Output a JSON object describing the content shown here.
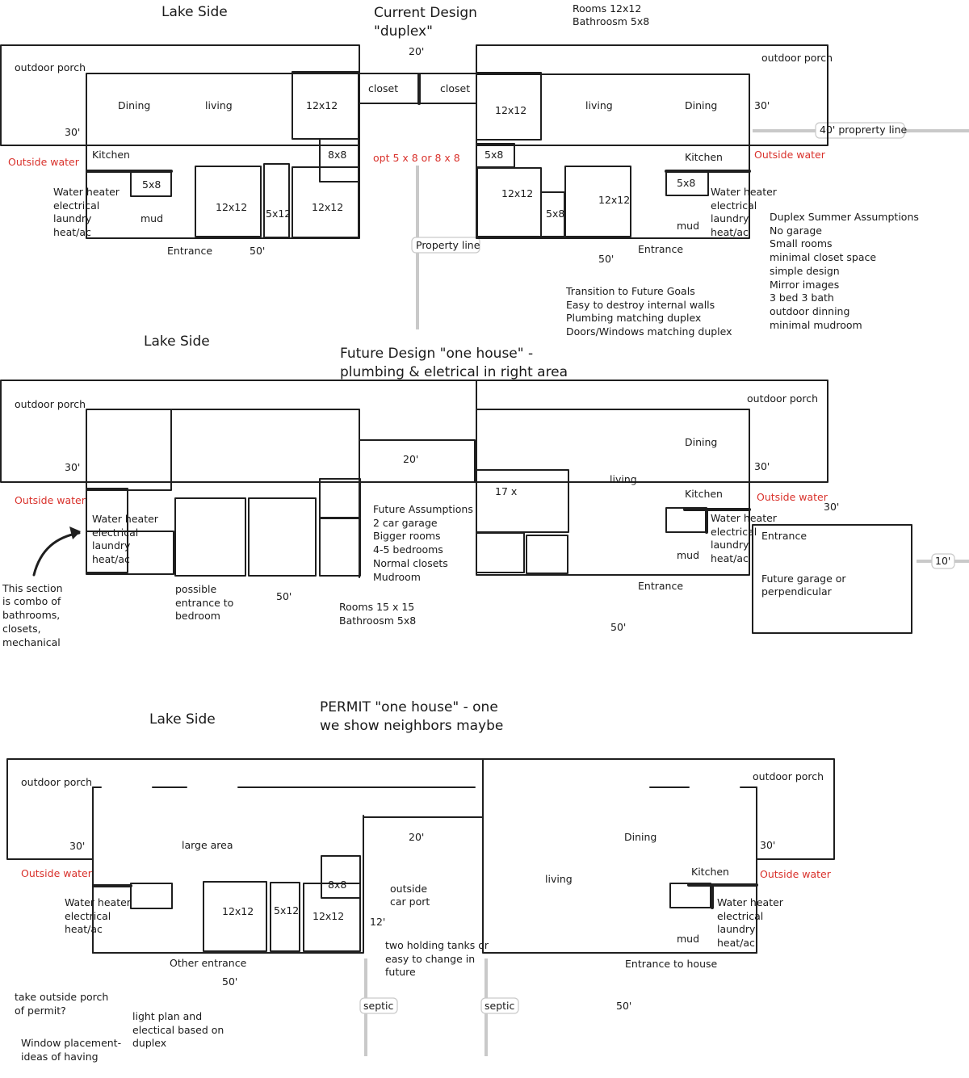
{
  "sections": {
    "current": {
      "lake_side": "Lake Side",
      "title_1": "Current Design",
      "title_2": "\"duplex\"",
      "rooms_note_1": "Rooms 12x12",
      "rooms_note_2": "Bathroosm 5x8",
      "width_20": "20'",
      "closet_left": "closet",
      "closet_right": "closet",
      "opt_note": "opt 5 x 8 or 8 x 8",
      "property_line": "Property line",
      "prop_line_40": "40' proprerty line",
      "left_unit": {
        "outdoor_porch": "outdoor porch",
        "depth_30": "30'",
        "outside_water": "Outside water",
        "dining": "Dining",
        "living": "living",
        "kitchen": "Kitchen",
        "room_12x12_top": "12x12",
        "room_8x8": "8x8",
        "room_5x8": "5x8",
        "room_12x12_a": "12x12",
        "room_5x12": "5x12",
        "room_12x12_b": "12x12",
        "mech": [
          "Water heater",
          "electrical",
          "laundry",
          "heat/ac"
        ],
        "mud": "mud",
        "entrance": "Entrance",
        "width_50": "50'"
      },
      "right_unit": {
        "outdoor_porch": "outdoor porch",
        "depth_30": "30'",
        "outside_water": "Outside water",
        "living": "living",
        "dining": "Dining",
        "kitchen": "Kitchen",
        "room_12x12_top": "12x12",
        "room_5x8_left": "5x8",
        "room_12x12_a": "12x12",
        "room_5x8_b": "5x8",
        "room_12x12_b": "12x12",
        "room_5x8_kitchen": "5x8",
        "mech": [
          "Water heater",
          "electrical",
          "laundry",
          "heat/ac"
        ],
        "mud": "mud",
        "entrance": "Entrance",
        "width_50": "50'"
      },
      "transition": [
        "Transition to Future Goals",
        "Easy to destroy internal walls",
        "Plumbing matching duplex",
        "Doors/Windows matching duplex"
      ],
      "summary": [
        "Duplex Summer Assumptions",
        "No garage",
        "Small rooms",
        "minimal closet space",
        "simple design",
        "Mirror images",
        "3 bed 3 bath",
        "outdoor dinning",
        "minimal mudroom"
      ]
    },
    "future": {
      "lake_side": "Lake Side",
      "title_1": "Future Design \"one house\" -",
      "title_2": "plumbing & eletrical in right area",
      "width_20": "20'",
      "left_unit": {
        "outdoor_porch": "outdoor porch",
        "depth_30": "30'",
        "outside_water": "Outside water",
        "mech": [
          "Water heater",
          "electrical",
          "laundry",
          "heat/ac"
        ],
        "possible_entrance": [
          "possible",
          "entrance to",
          "bedroom"
        ],
        "width_50": "50'"
      },
      "combo_note": [
        "This section",
        "is combo of",
        "bathrooms,",
        "closets,",
        "mechanical"
      ],
      "assumptions": [
        "Future Assumptions",
        "2 car garage",
        "Bigger rooms",
        "4-5 bedrooms",
        "Normal closets",
        "Mudroom"
      ],
      "rooms": [
        "Rooms 15 x 15",
        "Bathroosm 5x8"
      ],
      "right_unit": {
        "outdoor_porch": "outdoor porch",
        "depth_30": "30'",
        "outside_water": "Outside water",
        "dining": "Dining",
        "living": "living",
        "kitchen": "Kitchen",
        "room_17": "17 x",
        "mech": [
          "Water heater",
          "electrical",
          "laundry",
          "heat/ac"
        ],
        "mud": "mud",
        "entrance": "Entrance",
        "width_50": "50'"
      },
      "garage": {
        "depth_30": "30'",
        "entrance": "Entrance",
        "note": [
          "Future garage or",
          "perpendicular"
        ],
        "width_10": "10'"
      }
    },
    "permit": {
      "lake_side": "Lake Side",
      "title_1": "PERMIT \"one house\" - one",
      "title_2": "we show neighbors maybe",
      "width_20": "20'",
      "left_unit": {
        "outdoor_porch": "outdoor porch",
        "depth_30": "30'",
        "outside_water": "Outside water",
        "large_area": "large area",
        "room_8x8": "8x8",
        "room_12x12_a": "12x12",
        "room_5x12": "5x12",
        "room_12x12_b": "12x12",
        "mech": [
          "Water heater",
          "electrical",
          "heat/ac"
        ],
        "other_entrance": "Other entrance",
        "width_50": "50'"
      },
      "carport": [
        "outside",
        "car port"
      ],
      "width_12": "12'",
      "tanks": [
        "two holding tanks or",
        "easy to change in",
        "future"
      ],
      "septic_left": "septic",
      "septic_right": "septic",
      "right_unit": {
        "outdoor_porch": "outdoor porch",
        "depth_30": "30'",
        "outside_water": "Outside water",
        "dining": "Dining",
        "living": "living",
        "kitchen": "Kitchen",
        "mech": [
          "Water heater",
          "electrical",
          "laundry",
          "heat/ac"
        ],
        "mud": "mud",
        "entrance": "Entrance to house",
        "width_50": "50'"
      },
      "porch_question": [
        "take outside porch",
        "of permit?"
      ],
      "window_note": [
        "Window placement-",
        "ideas of having"
      ],
      "light_note": [
        "light plan and",
        "electical based on",
        "duplex"
      ]
    }
  }
}
